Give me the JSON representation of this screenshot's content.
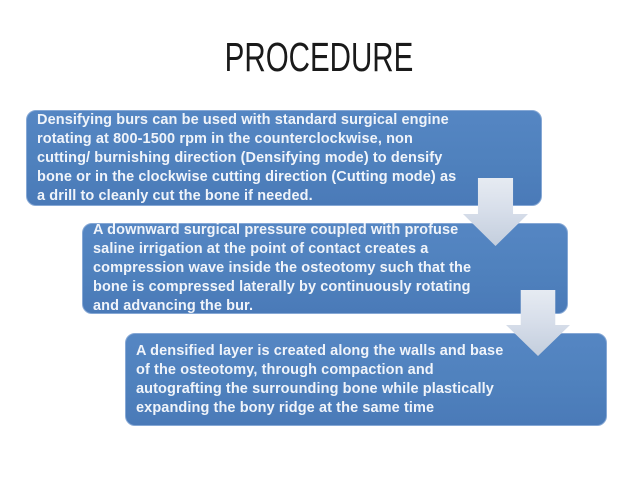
{
  "slide": {
    "title": "PROCEDURE",
    "steps": [
      {
        "text": "Densifying burs can be used with standard surgical engine\nrotating at 800-1500 rpm in the counterclockwise, non\ncutting/ burnishing direction (Densifying mode) to densify\nbone or in the clockwise cutting direction (Cutting mode) as\na drill to cleanly cut the bone if needed."
      },
      {
        "text": "A downward surgical pressure coupled with profuse\nsaline irrigation at the point of contact creates a\ncompression wave inside the osteotomy such that the\nbone is compressed laterally by continuously rotating\nand advancing the bur."
      },
      {
        "text": "A densified layer is created along the walls and base\nof the osteotomy, through compaction and\nautografting the surrounding bone while plastically\nexpanding the bony ridge at the same time"
      }
    ],
    "icons": [
      {
        "name": "down-arrow-icon"
      },
      {
        "name": "down-arrow-icon"
      }
    ],
    "colors": {
      "box_fill": "#4f81bd",
      "box_border": "#86a8d5",
      "text": "#f0f4fa",
      "arrow_light": "#e6ebf2",
      "arrow_dark": "#c3cedd",
      "title_color": "#1a1a1a"
    }
  }
}
